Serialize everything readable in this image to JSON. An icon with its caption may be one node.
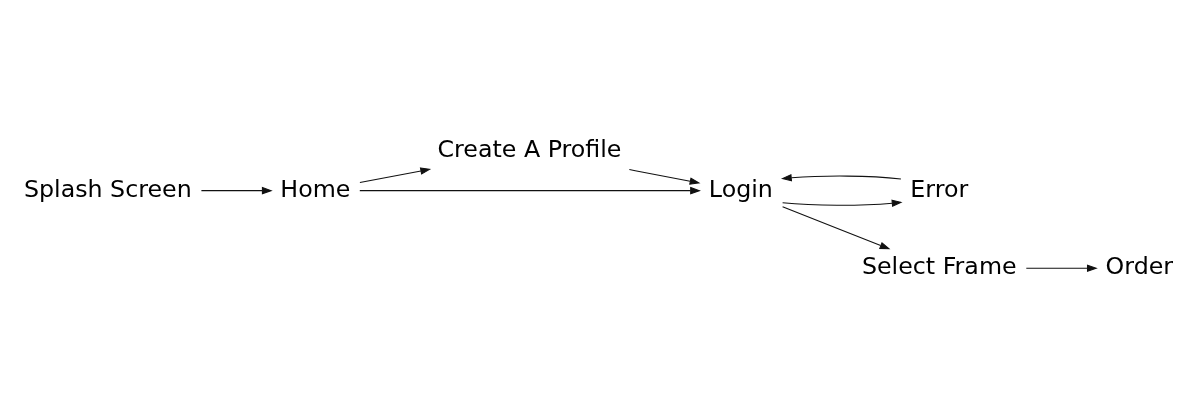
{
  "diagram": {
    "nodes": [
      {
        "text": [
          "Create A Profile"
        ]
      },
      {
        "text": [
          "Home"
        ]
      },
      {
        "text": [
          "Login"
        ]
      },
      {
        "text": [
          "Order"
        ]
      },
      {
        "text": [
          "Splash Screen"
        ]
      },
      {
        "text": [
          "Error"
        ]
      },
      {
        "text": [
          "Select Frame"
        ]
      }
    ],
    "edges": [
      {
        "from": 4,
        "to": 1,
        "arrow": "to"
      },
      {
        "from": 1,
        "to": 0,
        "arrow": "to"
      },
      {
        "from": 1,
        "to": 2,
        "arrow": "to"
      },
      {
        "from": 0,
        "to": 2,
        "arrow": "to"
      },
      {
        "from": 2,
        "to": 5,
        "arrow": "to"
      },
      {
        "from": 5,
        "to": 2,
        "arrow": "to"
      },
      {
        "from": 2,
        "to": 6,
        "arrow": "to"
      },
      {
        "from": 6,
        "to": 3,
        "arrow": "to"
      }
    ]
  }
}
